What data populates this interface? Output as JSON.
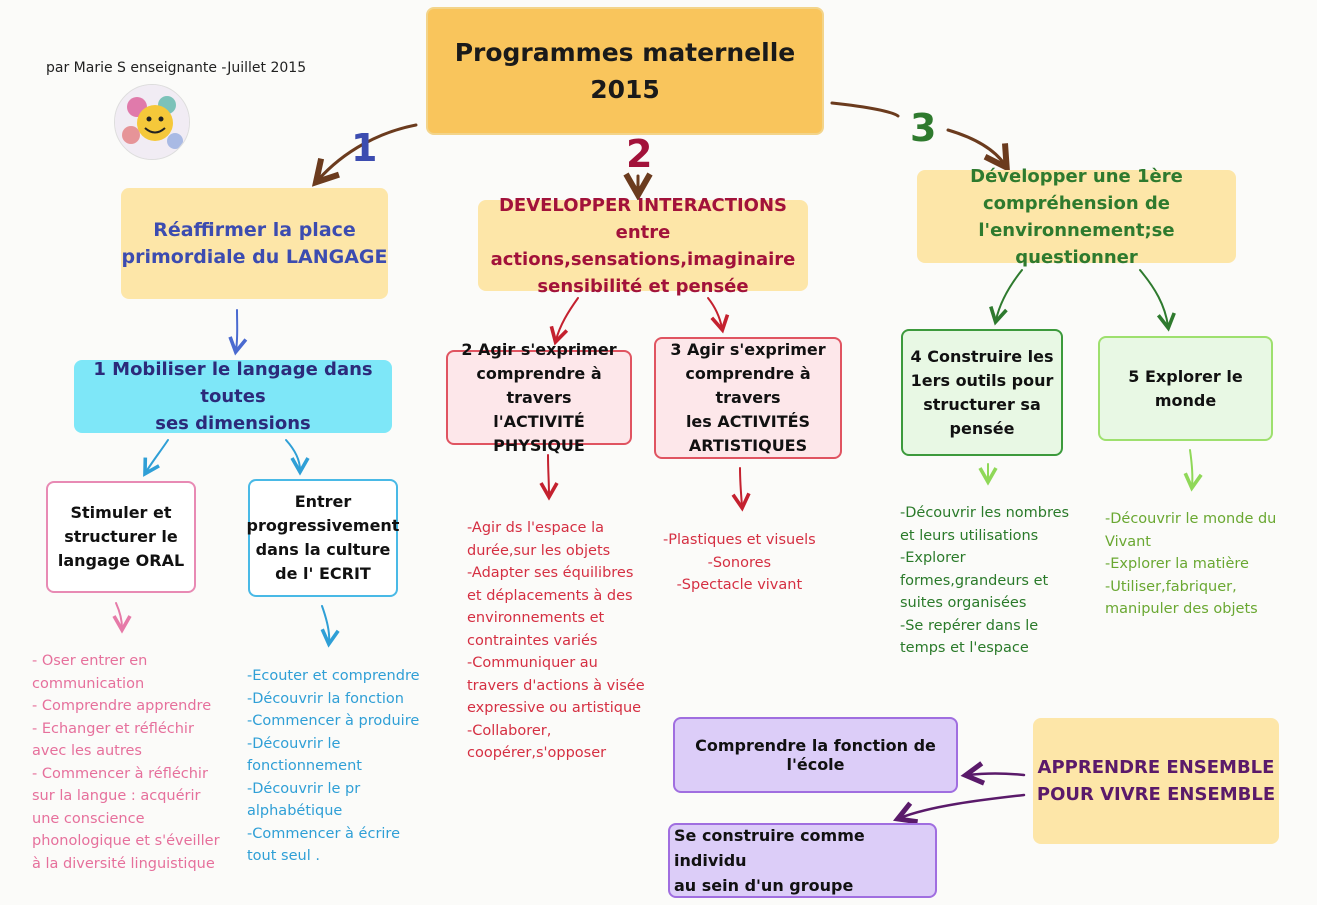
{
  "title": "Programmes maternelle\n2015",
  "author": "par Marie S enseignante -Juillet 2015",
  "numbers": [
    "1",
    "2",
    "3"
  ],
  "colors": {
    "blue": "#3c4cb0",
    "red": "#a2123a",
    "green": "#2e7a2e",
    "purple": "#5a1a6a"
  },
  "branches": {
    "langage": "Réaffirmer la place\nprimordiale du LANGAGE",
    "interactions": "DEVELOPPER  INTERACTIONS\nentre actions,sensations,imaginaire\nsensibilité et pensée",
    "environnement": "Développer une 1ère\ncompréhension de\nl'environnement;se questionner"
  },
  "domains": {
    "d1": "1 Mobiliser le langage dans toutes\nses dimensions",
    "d2": "2 Agir s'exprimer\ncomprendre à travers\nl'ACTIVITÉ PHYSIQUE",
    "d3": "3 Agir s'exprimer\ncomprendre à travers\nles ACTIVITÉS\nARTISTIQUES",
    "d4": "4 Construire les\n1ers outils pour\nstructurer sa\npensée",
    "d5": "5 Explorer le monde"
  },
  "subdomains": {
    "oral": "Stimuler et\nstructurer le\nlangage ORAL",
    "ecrit": "Entrer\nprogressivement\ndans la culture\nde l' ECRIT"
  },
  "lists": {
    "oral": "- Oser entrer en\ncommunication\n- Comprendre apprendre\n- Echanger et réfléchir\navec les autres\n- Commencer à réfléchir\nsur la langue : acquérir\nune conscience\nphonologique et s'éveiller\nà la diversité linguistique",
    "ecrit": "-Ecouter et comprendre\n-Découvrir la fonction\n-Commencer à produire\n-Découvrir le\nfonctionnement\n-Découvrir le pr\nalphabétique\n-Commencer à écrire\ntout seul .",
    "physique": "-Agir ds l'espace la\ndurée,sur les objets\n-Adapter ses équilibres\net déplacements à des\nenvironnements et\ncontraintes variés\n-Communiquer au\ntravers d'actions à visée\nexpressive ou artistique\n-Collaborer,\ncoopérer,s'opposer",
    "artistiques": "-Plastiques et visuels\n-Sonores\n-Spectacle vivant",
    "structurer": "-Découvrir les nombres\net leurs utilisations\n-Explorer\nformes,grandeurs et\nsuites organisées\n-Se repérer dans le\ntemps et l'espace",
    "monde": "-Découvrir le monde du\nVivant\n-Explorer la matière\n-Utiliser,fabriquer,\nmanipuler des objets"
  },
  "ensemble": {
    "main": "APPRENDRE ENSEMBLE\nPOUR VIVRE ENSEMBLE",
    "school": "Comprendre la fonction de l'école",
    "individu": "Se construire comme individu\nau sein d'un groupe"
  }
}
